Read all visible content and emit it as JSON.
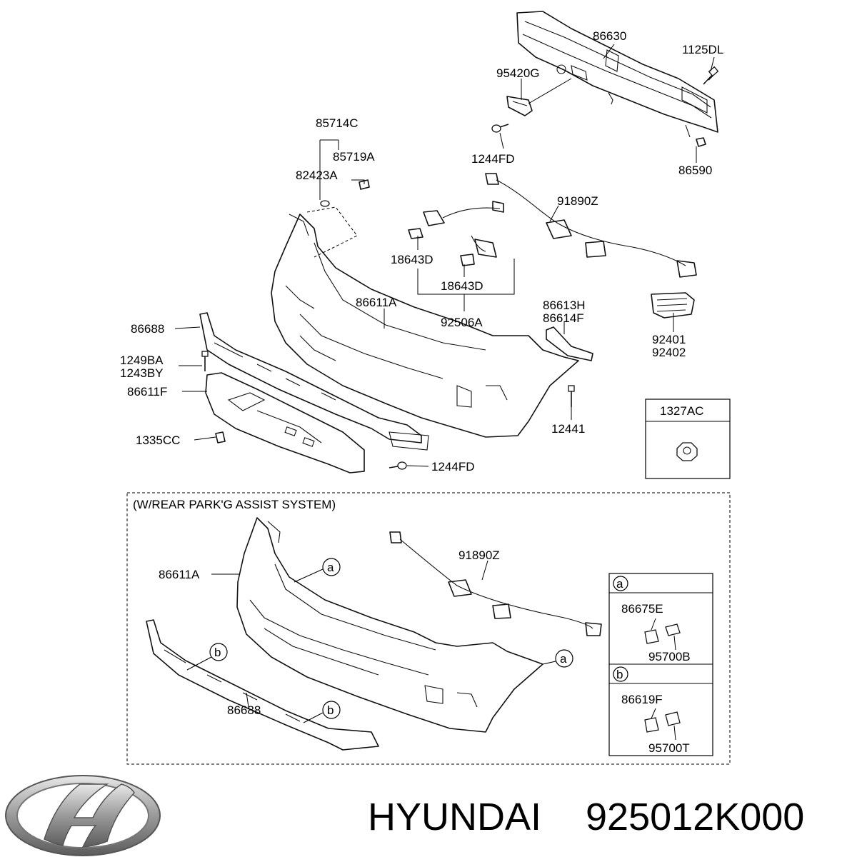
{
  "labels": {
    "p86630": "86630",
    "p1125DL": "1125DL",
    "p95420G": "95420G",
    "p1244FD_top": "1244FD",
    "p86590": "86590",
    "p85714C": "85714C",
    "p85719A": "85719A",
    "p82423A": "82423A",
    "p91890Z_top": "91890Z",
    "p18643D_a": "18643D",
    "p18643D_b": "18643D",
    "p92506A": "92506A",
    "p86611A_top": "86611A",
    "p86613H": "86613H",
    "p86614F": "86614F",
    "p92401": "92401",
    "p92402": "92402",
    "p86688_top": "86688",
    "p1249BA": "1249BA",
    "p1243BY": "1243BY",
    "p86611F": "86611F",
    "p12441": "12441",
    "p1335CC": "1335CC",
    "p1244FD_bottom": "1244FD",
    "p1327AC": "1327AC",
    "p86611A_bottom": "86611A",
    "p91890Z_bottom": "91890Z",
    "p86688_bottom": "86688",
    "p86675E": "86675E",
    "p95700B": "95700B",
    "p86619F": "86619F",
    "p95700T": "95700T"
  },
  "callouts": {
    "a": "a",
    "b": "b"
  },
  "section": {
    "title": "(W/REAR PARK'G ASSIST SYSTEM)"
  },
  "footer": {
    "brand": "HYUNDAI",
    "part_number": "925012K000"
  }
}
